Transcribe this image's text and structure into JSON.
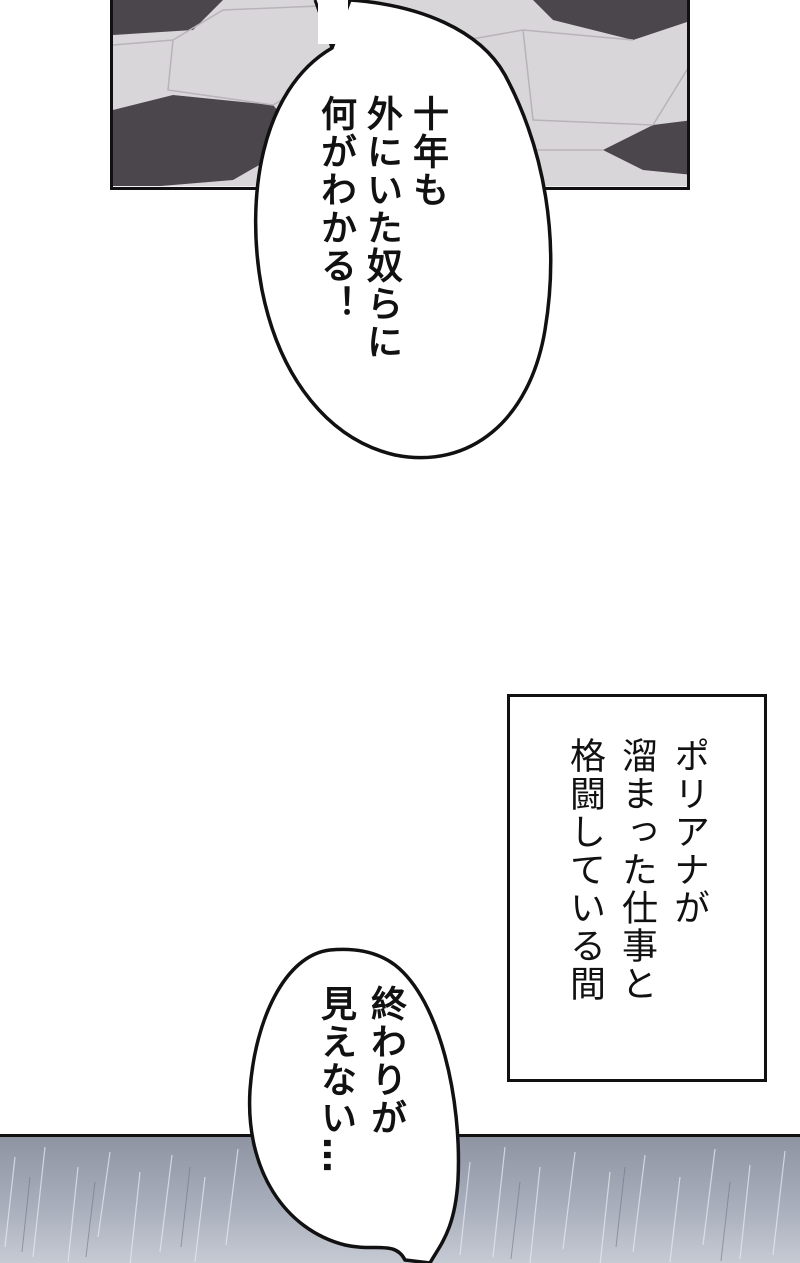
{
  "speech_bubble_top": {
    "lines": "十年も\n外にいた奴らに\n何がわかる！"
  },
  "caption_box": {
    "lines": "ポリアナが\n溜まった仕事と\n格闘している間"
  },
  "speech_bubble_bottom": {
    "lines": "終わりが\n見えない…"
  },
  "colors": {
    "ink": "#111111",
    "floor_light": "#d9d6da",
    "floor_dark": "#4a464c",
    "rain_bg": "#a8aebb"
  }
}
